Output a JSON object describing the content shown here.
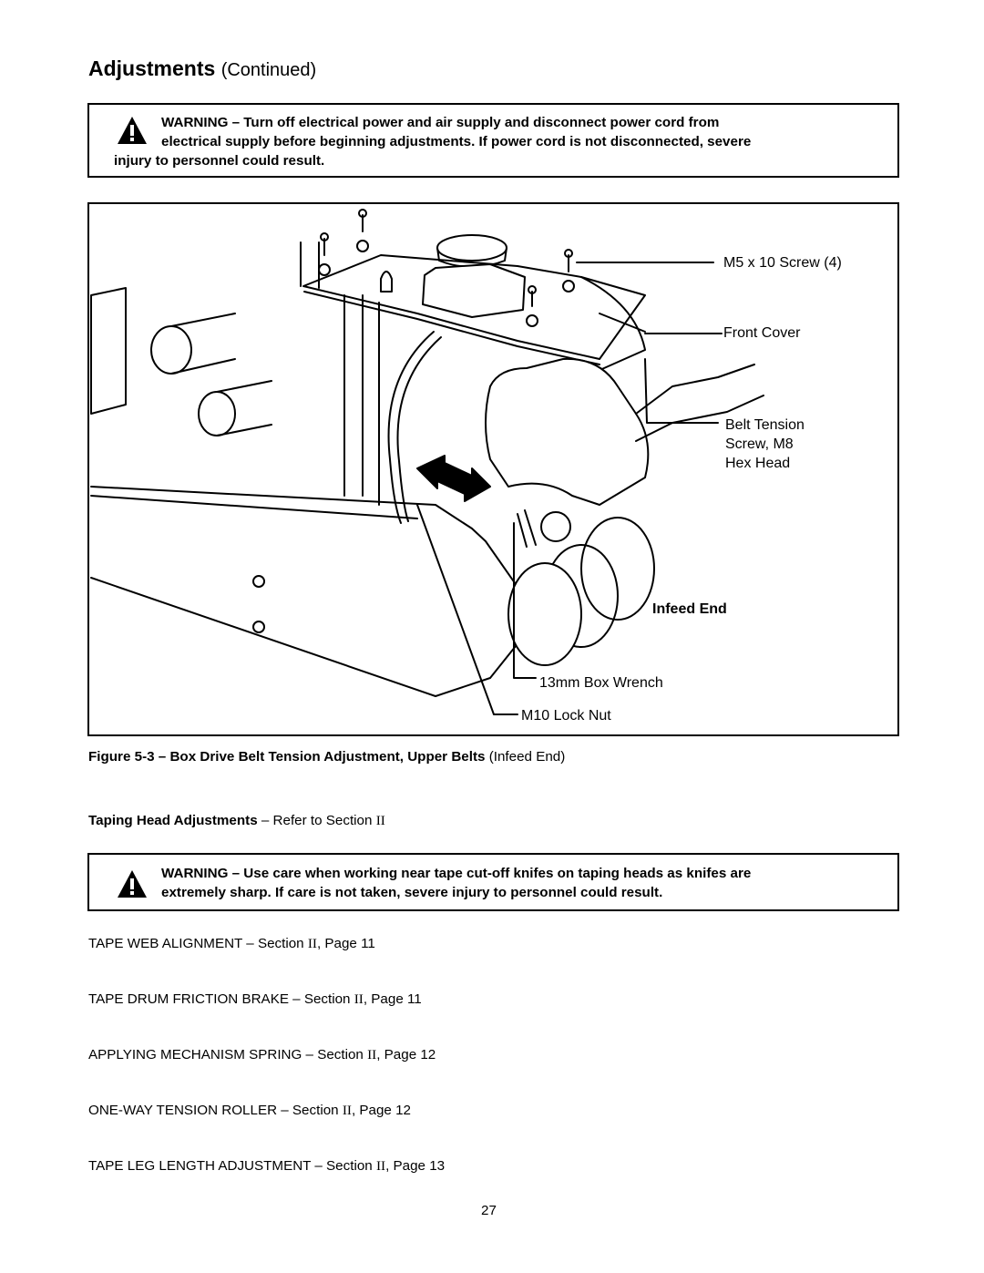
{
  "heading": {
    "title": "Adjustments",
    "continued": "(Continued)"
  },
  "warning1": {
    "line1": "WARNING – Turn off electrical power and air supply and disconnect power cord from",
    "line2": "electrical supply before beginning adjustments.  If power cord is not disconnected, severe",
    "line3": "injury to personnel could result."
  },
  "figure": {
    "callouts": {
      "screw": "M5 x 10 Screw (4)",
      "front_cover": "Front Cover",
      "belt_tension_1": "Belt Tension",
      "belt_tension_2": "Screw, M8",
      "belt_tension_3": "Hex Head",
      "infeed_end": "Infeed End",
      "box_wrench": "13mm Box Wrench",
      "lock_nut": "M10 Lock Nut"
    },
    "caption_label": "Figure 5-3 – Box Drive Belt Tension Adjustment, Upper Belts",
    "caption_suffix": "(Infeed End)"
  },
  "taping_head": {
    "title": "Taping Head Adjustments",
    "ref_prefix": "– Refer to Section",
    "ref_section": "II"
  },
  "warning2": {
    "line1": "WARNING – Use care when working near tape cut-off knifes on taping heads as knifes are",
    "line2": "extremely sharp.  If care is not taken, severe injury to personnel could result."
  },
  "references": [
    {
      "name": "TAPE WEB ALIGNMENT – Section",
      "section": "II",
      "page": ", Page 11"
    },
    {
      "name": "TAPE DRUM FRICTION BRAKE – Section",
      "section": "II",
      "page": ", Page 11"
    },
    {
      "name": "APPLYING MECHANISM SPRING – Section",
      "section": "II",
      "page": ", Page 12"
    },
    {
      "name": "ONE-WAY TENSION ROLLER – Section",
      "section": "II",
      "page": ", Page 12"
    },
    {
      "name": "TAPE LEG LENGTH ADJUSTMENT – Section",
      "section": "II",
      "page": ", Page 13"
    }
  ],
  "page_number": "27"
}
